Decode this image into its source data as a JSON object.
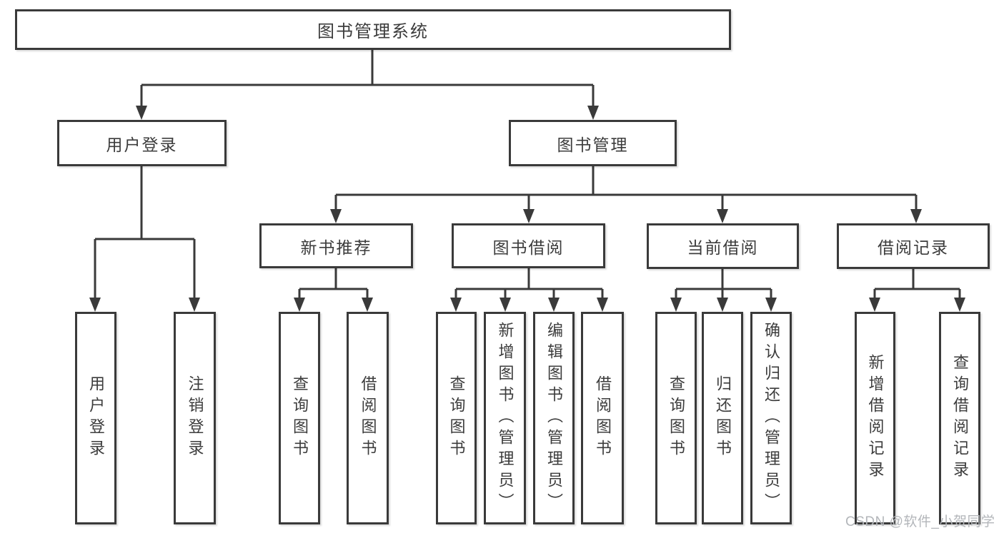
{
  "tree": {
    "root": "图书管理系统",
    "children": [
      {
        "label": "用户登录",
        "children": [
          "用户登录",
          "注销登录"
        ]
      },
      {
        "label": "图书管理",
        "children": [
          {
            "label": "新书推荐",
            "children": [
              "查询图书",
              "借阅图书"
            ]
          },
          {
            "label": "图书借阅",
            "children": [
              "查询图书",
              "新增图书（管理员）",
              "编辑图书（管理员）",
              "借阅图书"
            ]
          },
          {
            "label": "当前借阅",
            "children": [
              "查询图书",
              "归还图书",
              "确认归还（管理员）"
            ]
          },
          {
            "label": "借阅记录",
            "children": [
              "新增借阅记录",
              "查询借阅记录"
            ]
          }
        ]
      }
    ]
  },
  "watermark": "CSDN @软件_小贺同学",
  "style": {
    "line_color": "#3a3a3a",
    "text_color": "#3c3c3c",
    "watermark_color": "#b3b6ba",
    "background": "#ffffff"
  }
}
